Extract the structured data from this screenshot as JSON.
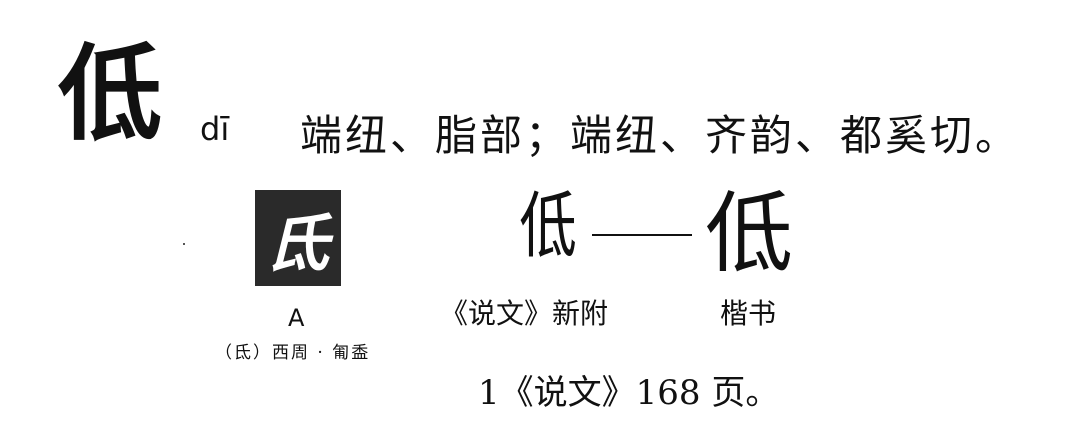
{
  "entry": {
    "character": "低",
    "pinyin": "dī",
    "readings": "端纽、脂部；端纽、齐韵、都奚切。"
  },
  "forms": {
    "bronze": {
      "glyph": "氐",
      "label": "A",
      "source": "（氐）西周 · 匍盉"
    },
    "seal": {
      "glyph": "低",
      "label": "《说文》新附"
    },
    "connector": "—",
    "regular": {
      "glyph": "低",
      "label": "楷书"
    }
  },
  "footnote": "1《说文》168 页。"
}
